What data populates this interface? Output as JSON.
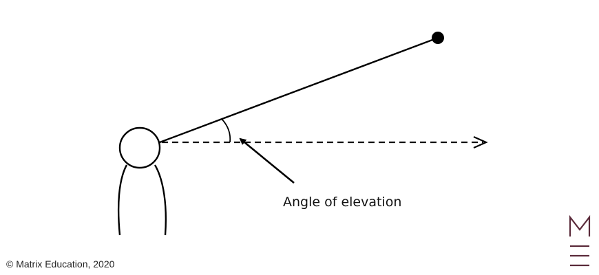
{
  "diagram": {
    "title": "",
    "angle_label": "Angle of elevation"
  },
  "footer": {
    "copyright": "© Matrix Education, 2020"
  },
  "brand": {
    "logo_text": "M",
    "color": "#5a2a3a"
  }
}
